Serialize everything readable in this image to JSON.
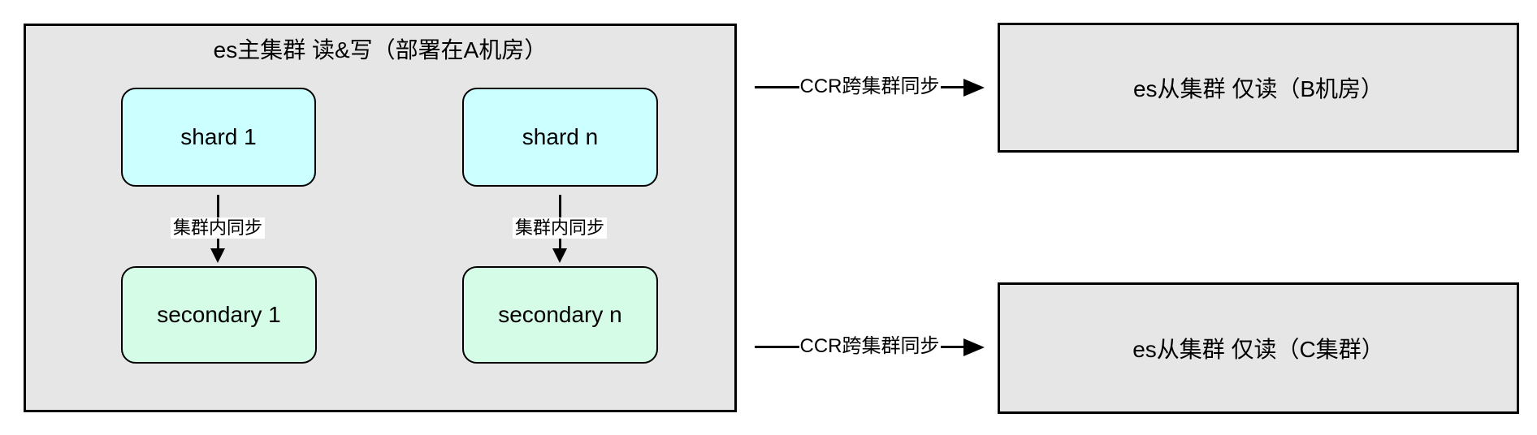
{
  "diagram": {
    "primary_cluster": {
      "title": "es主集群 读&写（部署在A机房）",
      "shard_1": "shard 1",
      "shard_n": "shard n",
      "secondary_1": "secondary 1",
      "secondary_n": "secondary n",
      "intra_sync_label": "集群内同步"
    },
    "ccr_label": "CCR跨集群同步",
    "replica_cluster_b": "es从集群 仅读（B机房）",
    "replica_cluster_c": "es从集群 仅读（C集群）",
    "colors": {
      "container_fill": "#e6e6e6",
      "shard_fill": "#ccffff",
      "secondary_fill": "#d5fce6",
      "stroke": "#000000",
      "label_background": "#ffffff",
      "page_background": "#ffffff"
    }
  }
}
